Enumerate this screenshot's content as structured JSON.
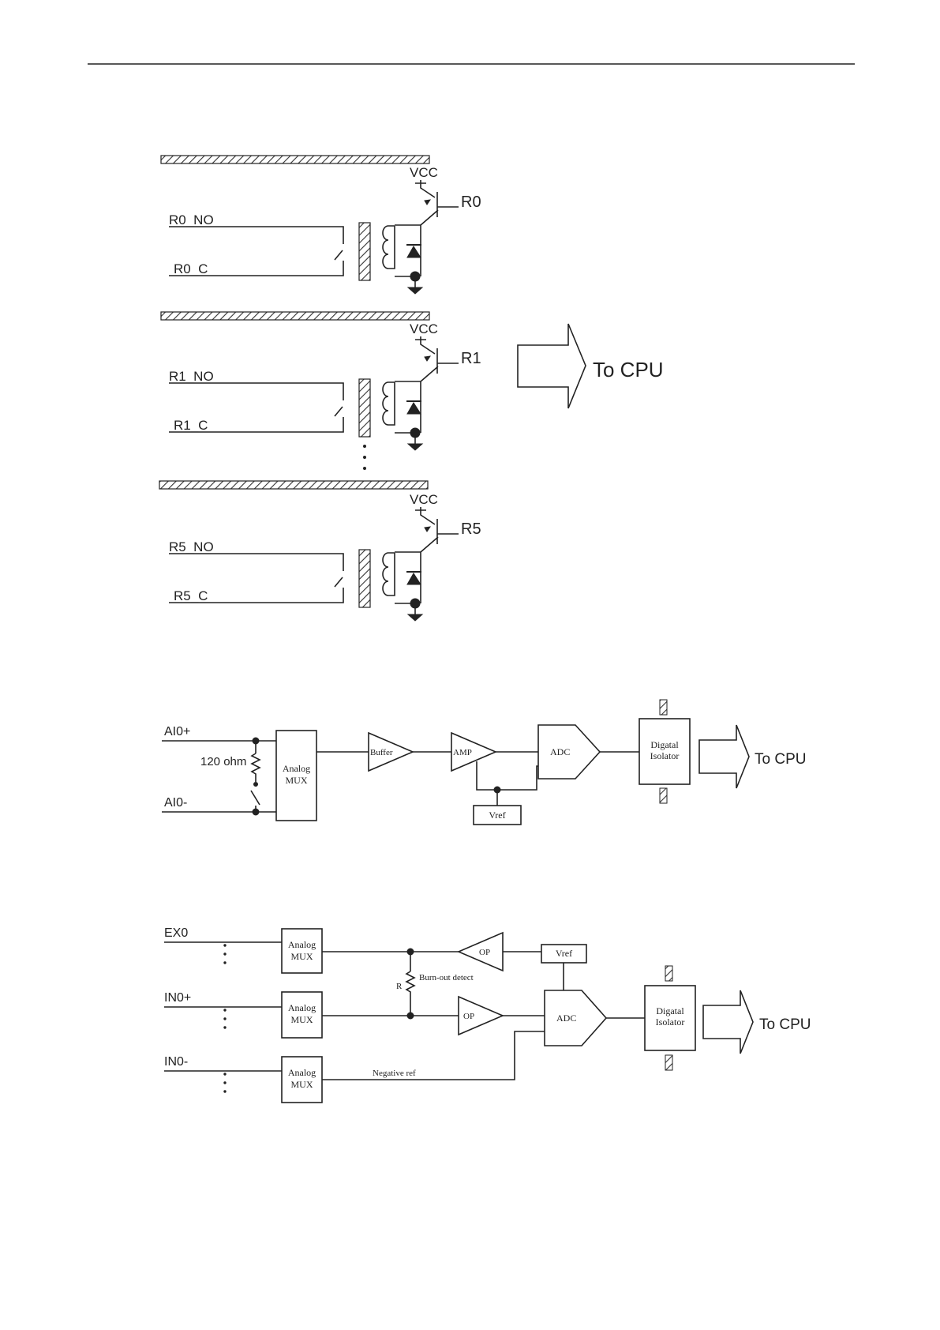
{
  "relay": {
    "vcc": "VCC",
    "channels": [
      {
        "name": "R0",
        "no": "R0_NO",
        "c": "R0_C"
      },
      {
        "name": "R1",
        "no": "R1_NO",
        "c": "R1_C"
      },
      {
        "name": "R5",
        "no": "R5_NO",
        "c": "R5_C"
      }
    ],
    "to_cpu": "To CPU"
  },
  "analog_input": {
    "pos": "AI0+",
    "neg": "AI0-",
    "resistor": "120 ohm",
    "mux": [
      "Analog",
      "MUX"
    ],
    "buffer": "Buffer",
    "amp": "AMP",
    "adc": "ADC",
    "vref": "Vref",
    "isolator": [
      "Digatal",
      "Isolator"
    ],
    "to_cpu": "To CPU"
  },
  "rtd_input": {
    "ex": "EX0",
    "in_pos": "IN0+",
    "in_neg": "IN0-",
    "mux": [
      "Analog",
      "MUX"
    ],
    "op": "OP",
    "vref": "Vref",
    "r": "R",
    "burnout": "Burn-out detect",
    "adc": "ADC",
    "negref": "Negative ref",
    "isolator": [
      "Digatal",
      "Isolator"
    ],
    "to_cpu": "To CPU"
  }
}
